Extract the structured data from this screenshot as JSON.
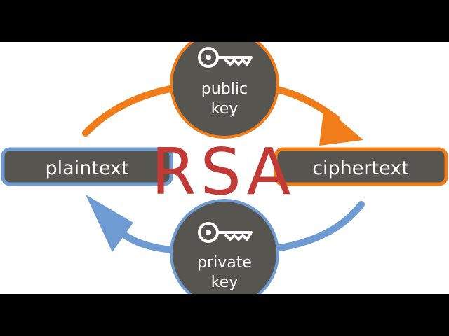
{
  "diagram": {
    "logo_text": "RSA",
    "plaintext_label": "plaintext",
    "ciphertext_label": "ciphertext",
    "public_key": {
      "line1": "public",
      "line2": "key",
      "icon": "key-icon"
    },
    "private_key": {
      "line1": "private",
      "line2": "key",
      "icon": "key-icon"
    }
  },
  "colors": {
    "letterbox": "#000000",
    "background": "#ffffff",
    "node_fill": "#56554f",
    "public_accent": "#f07d19",
    "private_accent": "#6e9bd2",
    "logo": "#c23a36"
  }
}
